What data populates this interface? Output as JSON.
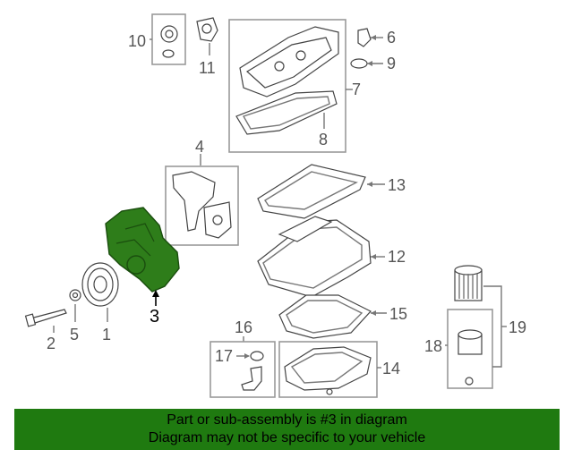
{
  "diagram": {
    "highlight_color": "#2e7d1a",
    "highlighted_part": "3",
    "callouts": [
      "1",
      "2",
      "3",
      "4",
      "5",
      "6",
      "7",
      "8",
      "9",
      "10",
      "11",
      "12",
      "13",
      "14",
      "15",
      "16",
      "17",
      "18",
      "19"
    ]
  },
  "banner": {
    "background": "#1f7a10",
    "line1": "Part or sub-assembly is #3 in diagram",
    "line2": "Diagram may not be specific to your vehicle"
  }
}
